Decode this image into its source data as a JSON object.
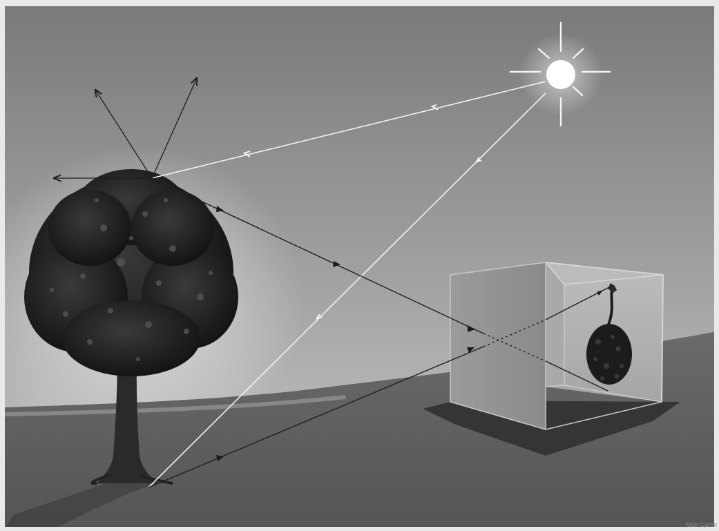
{
  "credit": "Matt Gattor",
  "colors": {
    "frame": "#e9e9e9",
    "sky_top": "#757575",
    "sky_bottom": "#cfcfcf",
    "ground": "#5f5f5f",
    "ray_light": "#f2f2f2",
    "ray_dark": "#1e1e1e",
    "box": "#9a9a9a"
  },
  "figure": {
    "subjects": [
      "tree",
      "sun",
      "box",
      "inverted-image-on-back-wall"
    ],
    "ray_groups": [
      "sunlight",
      "scattered-reflections",
      "rays-through-pinhole"
    ]
  }
}
